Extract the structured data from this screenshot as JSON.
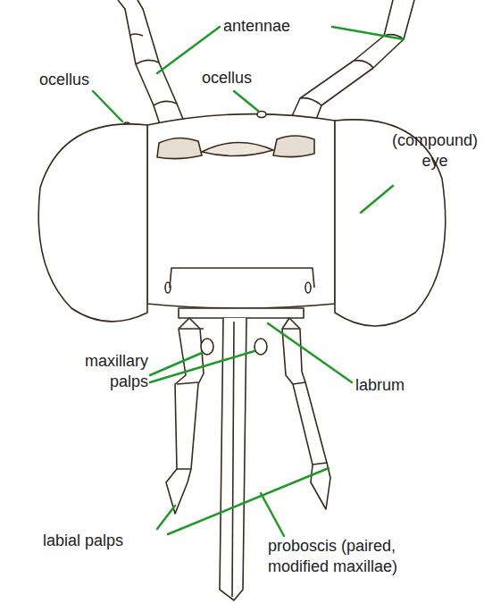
{
  "diagram": {
    "labels": [
      "antennae",
      "ocellus",
      "ocellus",
      "(compound) eye",
      "maxillary palps",
      "labrum",
      "labial palps",
      "proboscis (paired, modified maxillae)"
    ]
  }
}
